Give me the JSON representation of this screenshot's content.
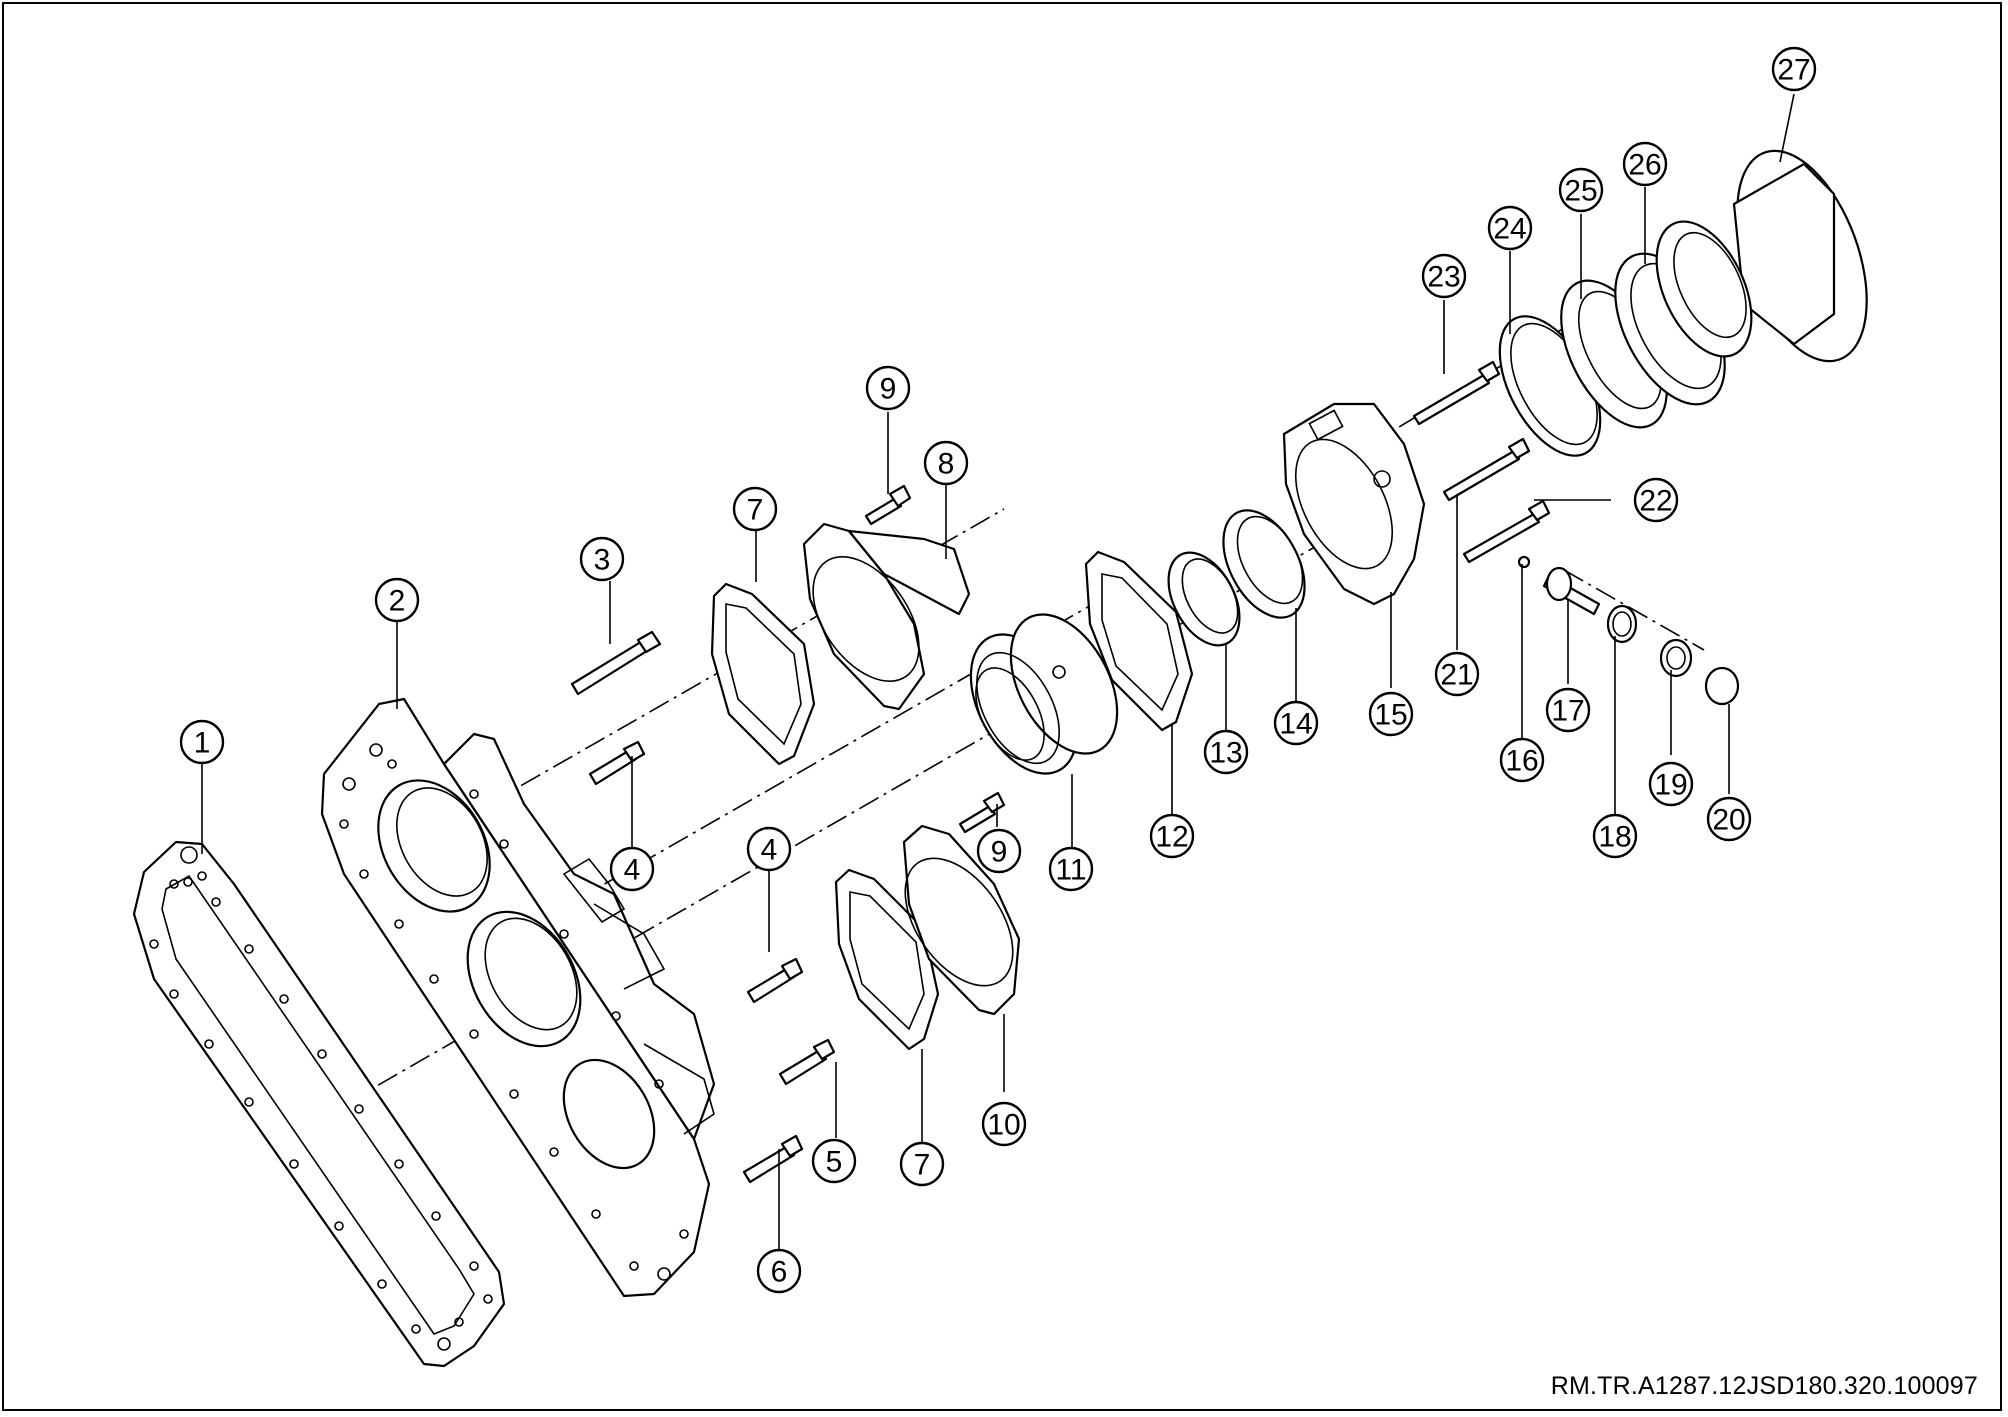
{
  "callouts": [
    {
      "id": "1",
      "label": "1"
    },
    {
      "id": "2",
      "label": "2"
    },
    {
      "id": "3",
      "label": "3"
    },
    {
      "id": "4a",
      "label": "4"
    },
    {
      "id": "4b",
      "label": "4"
    },
    {
      "id": "5",
      "label": "5"
    },
    {
      "id": "6",
      "label": "6"
    },
    {
      "id": "7a",
      "label": "7"
    },
    {
      "id": "7b",
      "label": "7"
    },
    {
      "id": "8",
      "label": "8"
    },
    {
      "id": "9a",
      "label": "9"
    },
    {
      "id": "9b",
      "label": "9"
    },
    {
      "id": "10",
      "label": "10"
    },
    {
      "id": "11",
      "label": "11"
    },
    {
      "id": "12",
      "label": "12"
    },
    {
      "id": "13",
      "label": "13"
    },
    {
      "id": "14",
      "label": "14"
    },
    {
      "id": "15",
      "label": "15"
    },
    {
      "id": "16",
      "label": "16"
    },
    {
      "id": "17",
      "label": "17"
    },
    {
      "id": "18",
      "label": "18"
    },
    {
      "id": "19",
      "label": "19"
    },
    {
      "id": "20",
      "label": "20"
    },
    {
      "id": "21",
      "label": "21"
    },
    {
      "id": "22",
      "label": "22"
    },
    {
      "id": "23",
      "label": "23"
    },
    {
      "id": "24",
      "label": "24"
    },
    {
      "id": "25",
      "label": "25"
    },
    {
      "id": "26",
      "label": "26"
    },
    {
      "id": "27",
      "label": "27"
    }
  ],
  "document_reference": "RM.TR.A1287.12JSD180.320.100097"
}
